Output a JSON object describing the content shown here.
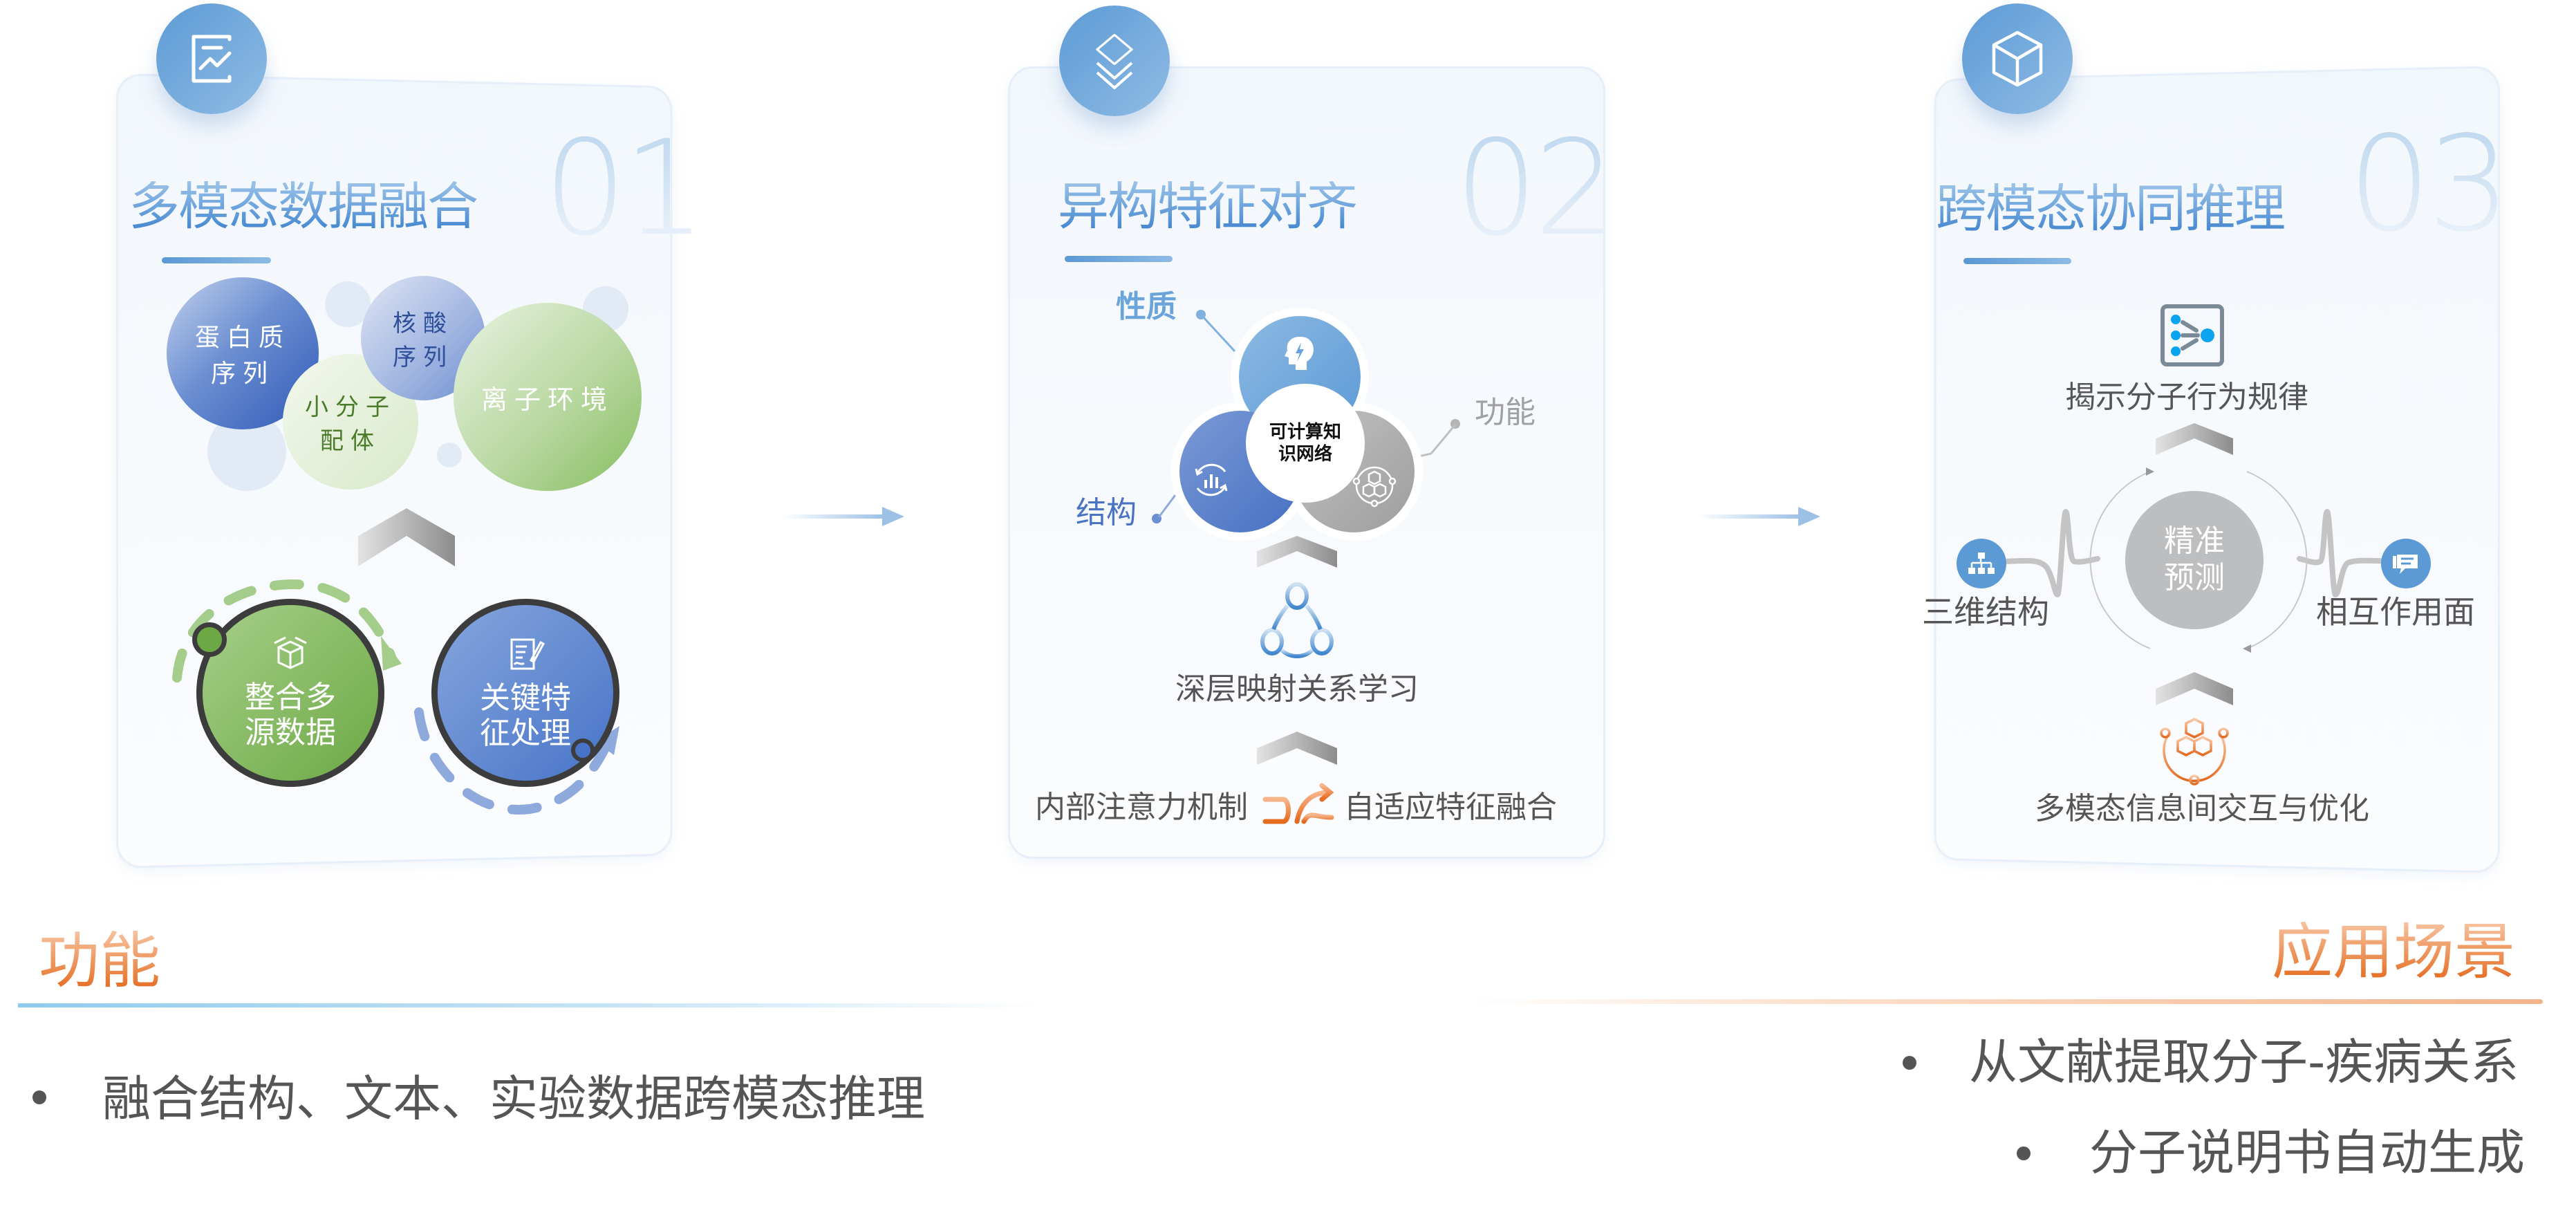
{
  "steps": [
    {
      "number": "01",
      "title": "多模态数据融合",
      "icon": "chart-document-icon",
      "bubbles": [
        {
          "label": "蛋白质\n序列",
          "color": "#3a63bd"
        },
        {
          "label": "核酸\n序列",
          "color": "#8fa8dc"
        },
        {
          "label": "小分子\n配体",
          "color": "#d6e8c8"
        },
        {
          "label": "离子环境",
          "color": "#9cc97e"
        }
      ],
      "cycle": [
        {
          "label": "整合多\n源数据",
          "icon": "box-icon",
          "color": "#78b352"
        },
        {
          "label": "关键特\n征处理",
          "icon": "document-pencil-icon",
          "color": "#5279c9"
        }
      ]
    },
    {
      "number": "02",
      "title": "异构特征对齐",
      "icon": "layers-icon",
      "trefoil": {
        "center": "可计算知\n识网络",
        "petals": [
          {
            "label": "性质",
            "icon": "brain-lightning-icon",
            "color": "#6aa4da"
          },
          {
            "label": "结构",
            "icon": "cycle-chart-icon",
            "color": "#4a73c4"
          },
          {
            "label": "功能",
            "icon": "cubes-network-icon",
            "color": "#a9a9a9"
          }
        ]
      },
      "mid_label": "深层映射关系学习",
      "mid_icon": "network-nodes-icon",
      "bottom_left": "内部注意力机制",
      "bottom_right": "自适应特征融合",
      "bottom_icon": "shuffle-arrows-icon"
    },
    {
      "number": "03",
      "title": "跨模态协同推理",
      "icon": "cube-icon",
      "top_label": "揭示分子行为规律",
      "top_icon": "node-graph-icon",
      "center": "精准\n预测",
      "left_label": "三维结构",
      "left_icon": "hierarchy-icon",
      "right_label": "相互作用面",
      "right_icon": "chat-icon",
      "bottom_label": "多模态信息间交互与优化",
      "bottom_icon": "cubes-orbit-icon"
    }
  ],
  "functions": {
    "title": "功能",
    "items": [
      "融合结构、文本、实验数据跨模态推理"
    ]
  },
  "applications": {
    "title": "应用场景",
    "items": [
      "从文献提取分子-疾病关系",
      "分子说明书自动生成"
    ]
  },
  "colors": {
    "primary_blue": "#4a8ad0",
    "accent_orange": "#e46a1e",
    "text_gray": "#555555",
    "green": "#78b352"
  }
}
